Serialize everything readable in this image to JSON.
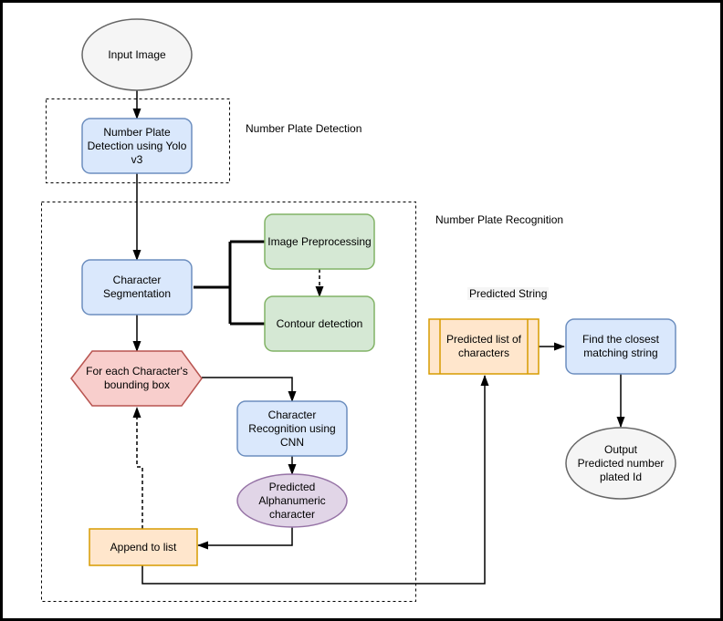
{
  "palette": {
    "blue": {
      "fill": "#dae8fc",
      "stroke": "#6c8ebf"
    },
    "green": {
      "fill": "#d5e8d4",
      "stroke": "#82b366"
    },
    "red": {
      "fill": "#f8cecc",
      "stroke": "#b85450"
    },
    "purple": {
      "fill": "#e1d5e7",
      "stroke": "#9673a6"
    },
    "orange": {
      "fill": "#ffe6cc",
      "stroke": "#d79b00"
    },
    "gray": {
      "fill": "#f5f5f5",
      "stroke": "#666666"
    },
    "line": {
      "stroke": "#000000"
    }
  },
  "labels": {
    "detection_group": "Number Plate Detection",
    "recognition_group": "Number Plate Recognition",
    "predicted_string": "Predicted String"
  },
  "nodes": {
    "input_image": {
      "text": "Input Image"
    },
    "yolo": {
      "text": "Number Plate\nDetection using Yolo\nv3"
    },
    "char_segmentation": {
      "text": "Character\nSegmentation"
    },
    "image_preprocessing": {
      "text": "Image Preprocessing"
    },
    "contour_detection": {
      "text": "Contour detection"
    },
    "for_each_character": {
      "text": "For each Character's\nbounding box"
    },
    "cnn_recognition": {
      "text": "Character\nRecognition using\nCNN"
    },
    "predicted_character": {
      "text": "Predicted\nAlphanumeric\ncharacter"
    },
    "append_to_list": {
      "text": "Append to list"
    },
    "predicted_list": {
      "text": "Predicted list of\ncharacters"
    },
    "find_closest": {
      "text": "Find the closest\nmatching string"
    },
    "output": {
      "text": "Output\nPredicted number\nplated Id"
    }
  }
}
